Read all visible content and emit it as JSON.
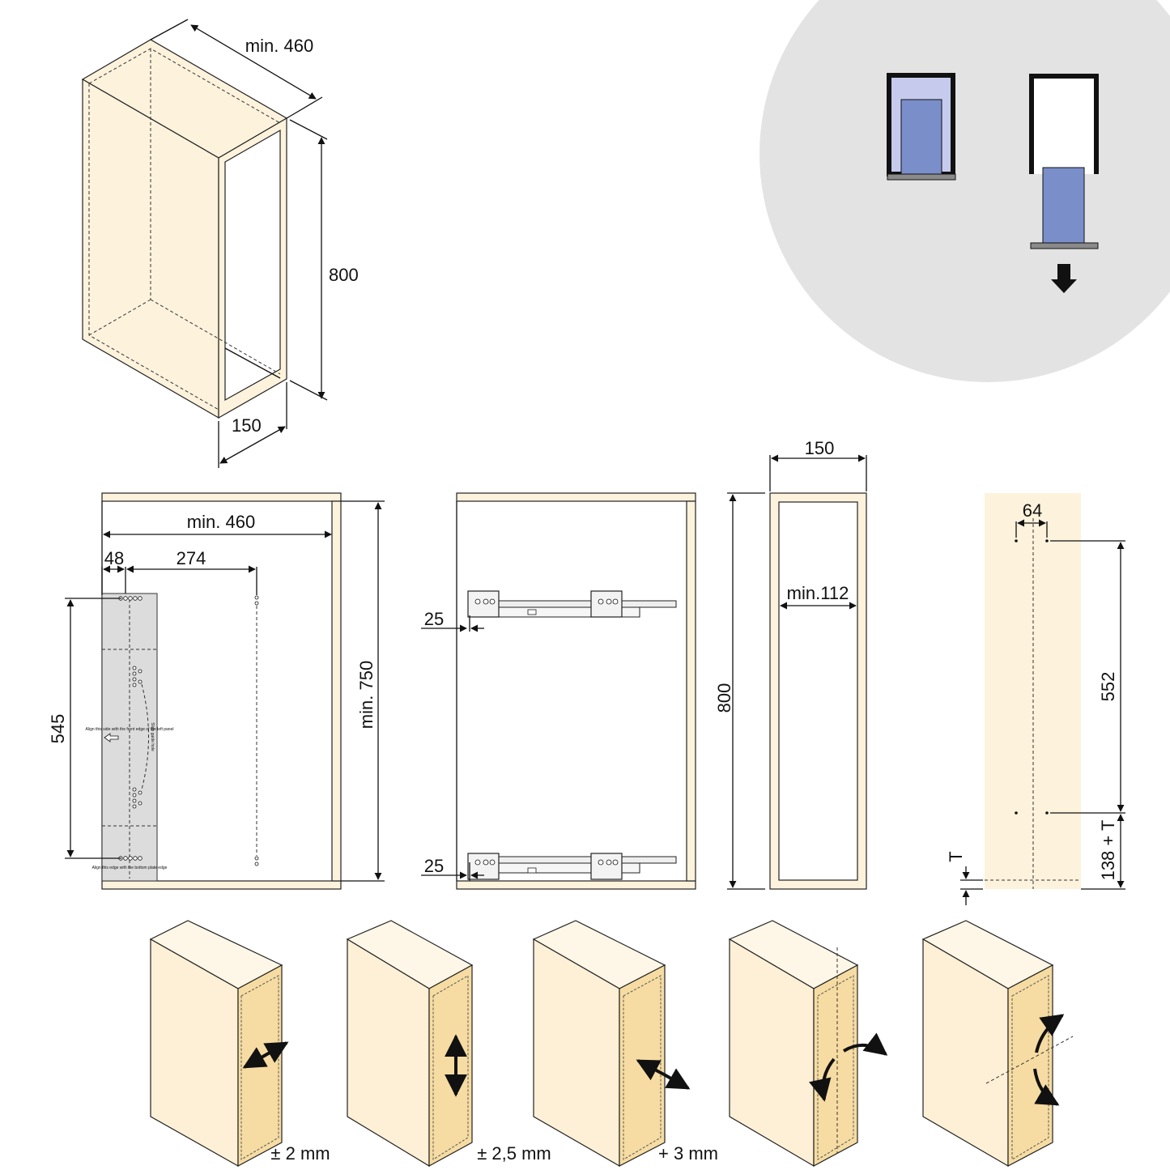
{
  "iso_cabinet": {
    "depth_label": "min. 460",
    "height_label": "800",
    "width_label": "150"
  },
  "side_panel_view": {
    "depth_label": "min. 460",
    "offset_front_label": "48",
    "hole_spacing_label": "274",
    "vertical_spacing_label": "545",
    "height_label": "min. 750",
    "template_text_1": "Align this side with the front edge of the left panel",
    "template_text_2": "Align this edge with the bottom plate edge",
    "template_text_3": "Slide guide hole"
  },
  "runner_view": {
    "top_offset_label": "25",
    "bottom_offset_label": "25",
    "height_label": "800"
  },
  "front_frame_view": {
    "width_label": "150",
    "inner_width_label": "min.112"
  },
  "front_panel_view": {
    "hole_spacing_label": "64",
    "vertical_spacing_label": "552",
    "bottom_offset_label": "138 + T",
    "thickness_label": "T"
  },
  "adjustments": [
    {
      "label": "± 2 mm"
    },
    {
      "label": "± 2,5 mm"
    },
    {
      "label": "+ 3 mm"
    },
    {
      "label": ""
    },
    {
      "label": ""
    }
  ],
  "colors": {
    "wood": "#fdf2dc",
    "wood_front": "#f6dca2",
    "template_grey": "#dcdcdc",
    "basket_blue": "#7a8ec9",
    "basket_light": "#c6cbee",
    "circle_bg": "#e3e3e3"
  }
}
